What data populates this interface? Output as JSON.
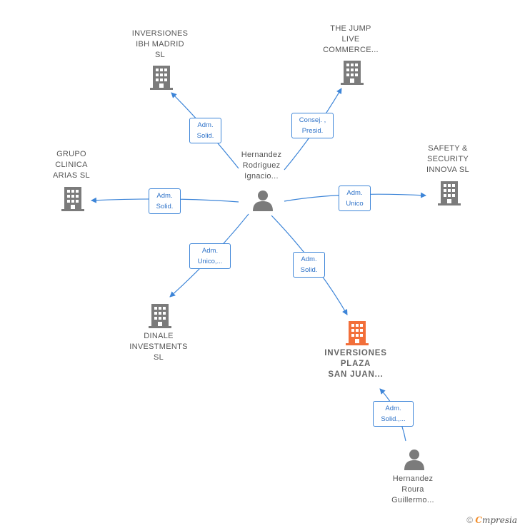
{
  "colors": {
    "edge": "#3d85d8",
    "company": "#7b7b7b",
    "company_highlight": "#f26f3a",
    "person": "#7b7b7b"
  },
  "people": {
    "hernandez_rodriguez": {
      "lines": [
        "Hernandez",
        "Rodriguez",
        "Ignacio..."
      ],
      "icon": "person-icon"
    },
    "hernandez_roura": {
      "lines": [
        "Hernandez",
        "Roura",
        "Guillermo..."
      ],
      "icon": "person-icon"
    }
  },
  "companies": {
    "ibh_madrid": {
      "lines": [
        "INVERSIONES",
        "IBH MADRID",
        "SL"
      ],
      "icon": "building-icon"
    },
    "the_jump": {
      "lines": [
        "THE JUMP",
        "LIVE",
        "COMMERCE..."
      ],
      "icon": "building-icon"
    },
    "safety_security": {
      "lines": [
        "SAFETY &",
        "SECURITY",
        "INNOVA  SL"
      ],
      "icon": "building-icon"
    },
    "grupo_clinica": {
      "lines": [
        "GRUPO",
        "CLINICA",
        "ARIAS  SL"
      ],
      "icon": "building-icon"
    },
    "dinale": {
      "lines": [
        "DINALE",
        "INVESTMENTS",
        "SL"
      ],
      "icon": "building-icon"
    },
    "plaza_san_juan": {
      "lines": [
        "INVERSIONES",
        "PLAZA",
        "SAN JUAN..."
      ],
      "icon": "building-icon",
      "highlighted": true
    }
  },
  "edges": {
    "to_ibh": [
      "Adm.",
      "Solid."
    ],
    "to_jump": [
      "Consej. ,",
      "Presid."
    ],
    "to_safety": [
      "Adm.",
      "Unico"
    ],
    "to_grupo": [
      "Adm.",
      "Solid."
    ],
    "to_dinale": [
      "Adm.",
      "Unico,..."
    ],
    "to_plaza": [
      "Adm.",
      "Solid."
    ],
    "roura_to_plaza": [
      "Adm.",
      "Solid.,..."
    ]
  },
  "footer": {
    "copyright": "©",
    "brand_first": "C",
    "brand_rest": "mpresia"
  }
}
